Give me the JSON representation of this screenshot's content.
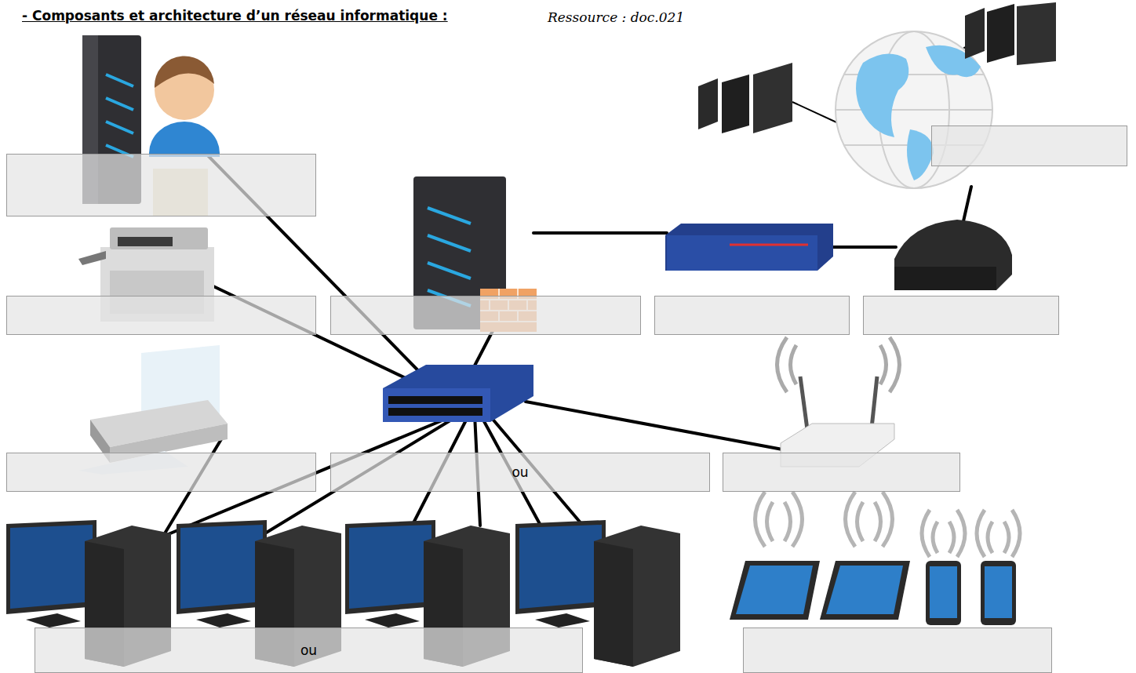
{
  "diagram": {
    "title": "- Composants et architecture d’un réseau informatique :",
    "nodes": [
      {
        "text": [
          "ou"
        ]
      },
      {
        "text": [
          "ou"
        ]
      }
    ],
    "labels": [
      "Ressource : doc.021"
    ]
  }
}
